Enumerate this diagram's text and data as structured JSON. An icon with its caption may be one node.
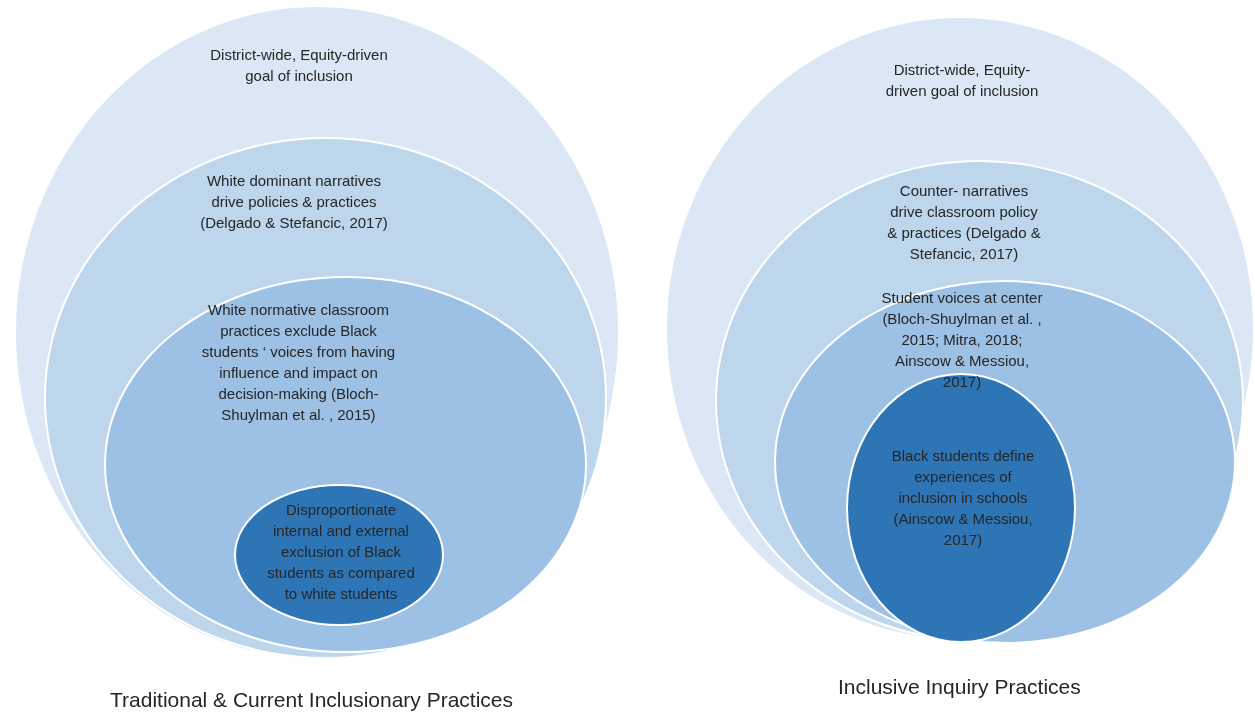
{
  "diagram": {
    "nodes": [
      {
        "text": [
          "District-wide, Equity-driven goal of inclusion"
        ]
      },
      {
        "text": [
          "White dominant narratives drive policies & practices (Delgado & Stefancic, 2017)"
        ],
        "in": 0
      },
      {
        "text": [
          "White normative classroom practices exclude Black students ‘ voices from having influence and impact on decision-making (Bloch-Shuylman et al. , 2015)"
        ],
        "in": 1
      },
      {
        "text": [
          "Disproportionate internal and external exclusion of Black students as compared to white students"
        ],
        "in": 2
      },
      {
        "text": [
          "District-wide, Equity-driven goal of inclusion"
        ]
      },
      {
        "text": [
          "Counter- narratives drive classroom policy & practices (Delgado & Stefancic, 2017)"
        ],
        "in": 4
      },
      {
        "text": [
          "Student voices at center (Bloch-Shuylman et al. , 2015;  Mitra, 2018; Ainscow & Messiou, 2017)"
        ],
        "in": 5
      },
      {
        "text": [
          "Black students define experiences of inclusion in schools (Ainscow & Messiou, 2017)"
        ],
        "in": 6
      }
    ],
    "labels": [
      "Traditional & Current  Inclusionary Practices",
      "Inclusive Inquiry Practices"
    ]
  }
}
